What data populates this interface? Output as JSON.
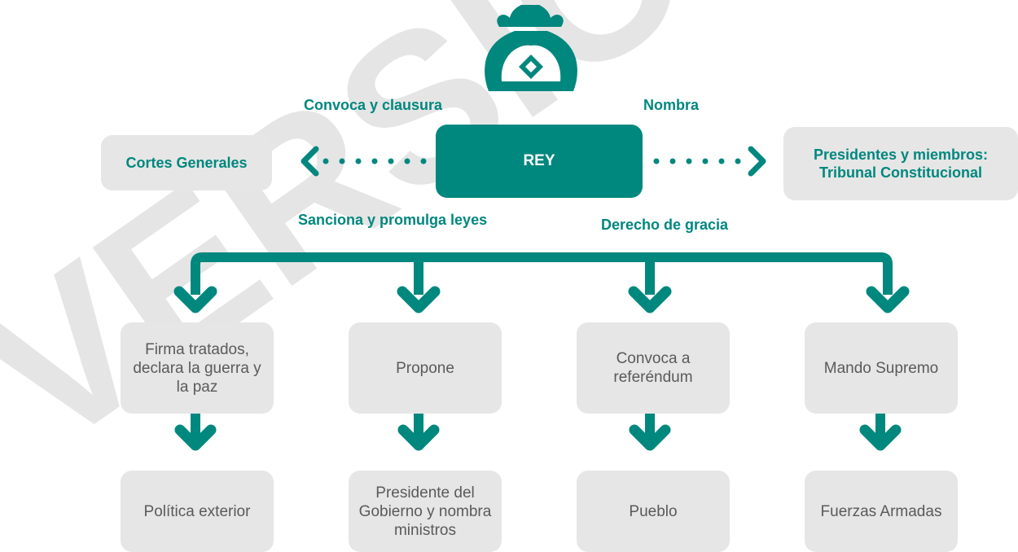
{
  "watermark": "VERSIÓN",
  "rey": {
    "label": "REY"
  },
  "left_target": "Cortes Generales",
  "right_target": "Presidentes y miembros: Tribunal Constitucional",
  "relations": {
    "convoca": "Convoca y clausura",
    "nombra": "Nombra",
    "sanciona": "Sanciona y promulga leyes",
    "derecho": "Derecho de gracia"
  },
  "branches": [
    {
      "action": "Firma tratados, declara la guerra y la paz",
      "target": "Política exterior"
    },
    {
      "action": "Propone",
      "target": "Presidente del Gobierno y nombra ministros"
    },
    {
      "action": "Convoca a referéndum",
      "target": "Pueblo"
    },
    {
      "action": "Mando Supremo",
      "target": "Fuerzas Armadas"
    }
  ],
  "colors": {
    "accent": "#00877e",
    "box": "#e6e6e6",
    "text": "#5a5a5a",
    "watermark": "#e5e5e5"
  },
  "icons": {
    "crown": "crown-icon"
  }
}
